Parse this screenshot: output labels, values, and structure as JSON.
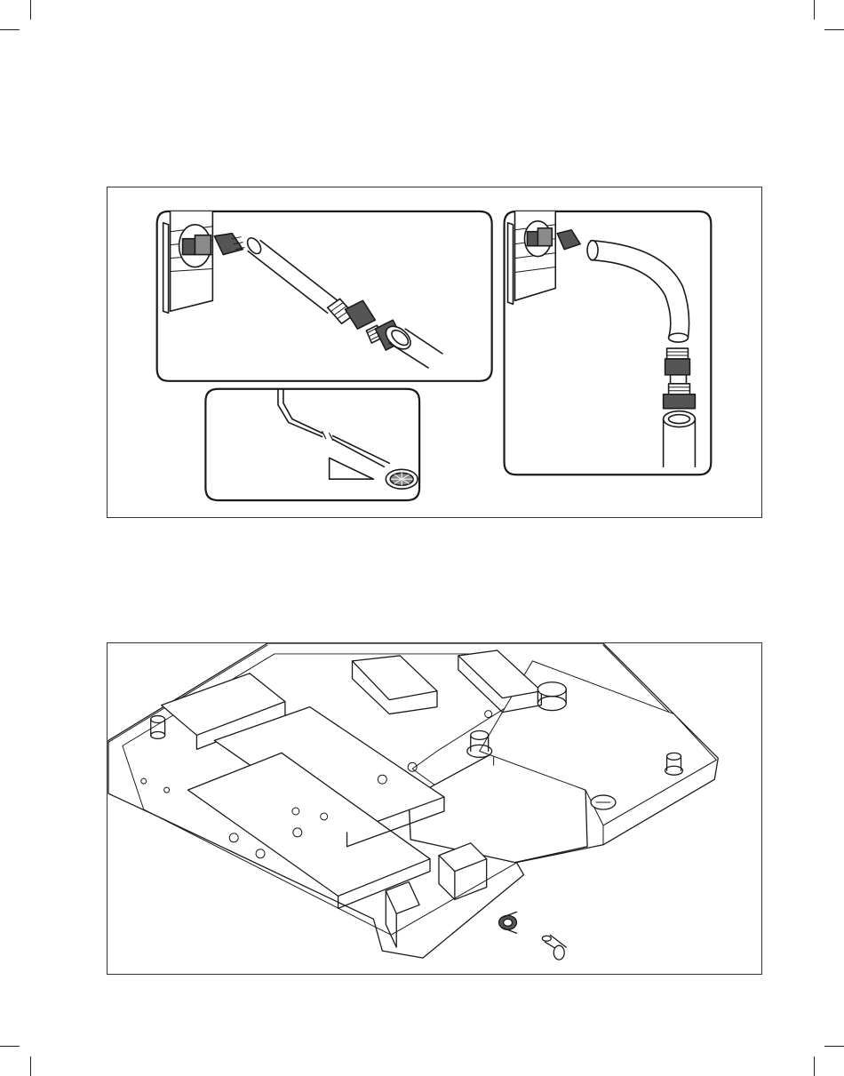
{
  "page": {
    "kind": "installation-manual-illustration-page",
    "figures": [
      {
        "id": "figure-drain-connection",
        "icon": "pipe-connection-illustration"
      },
      {
        "id": "figure-base-tray",
        "icon": "base-tray-exploded-illustration"
      }
    ]
  },
  "colors": {
    "ink": "#1a1a1a",
    "fill_dark": "#555555",
    "fill_mid": "#8a8a8a",
    "paper": "#ffffff"
  }
}
